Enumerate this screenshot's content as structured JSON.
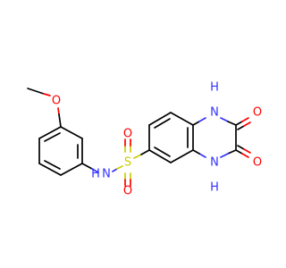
{
  "atoms": {
    "methoxy_o": {
      "label": "O",
      "color": "#ff0000"
    },
    "sulfonamide_n": {
      "label": "N",
      "color": "#3333ff"
    },
    "sulfonamide_h": {
      "label": "H",
      "color": "#3333ff"
    },
    "sulfur": {
      "label": "S",
      "color": "#cccc00"
    },
    "sulfonyl_o_top": {
      "label": "O",
      "color": "#ff0000"
    },
    "sulfonyl_o_bottom": {
      "label": "O",
      "color": "#ff0000"
    },
    "ring_n_top": {
      "label": "N",
      "color": "#3333ff"
    },
    "ring_h_top": {
      "label": "H",
      "color": "#3333ff"
    },
    "ring_n_bottom": {
      "label": "N",
      "color": "#3333ff"
    },
    "ring_h_bottom": {
      "label": "H",
      "color": "#3333ff"
    },
    "carbonyl_o_top": {
      "label": "O",
      "color": "#ff0000"
    },
    "carbonyl_o_bottom": {
      "label": "O",
      "color": "#ff0000"
    }
  }
}
